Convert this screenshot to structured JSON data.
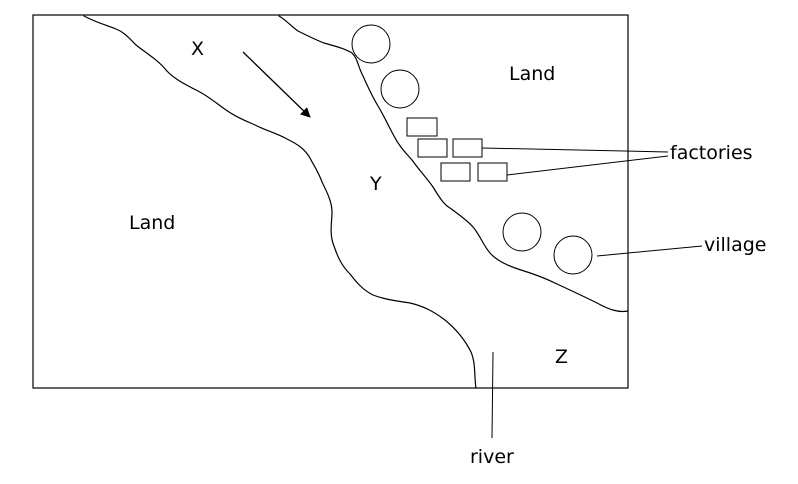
{
  "diagram": {
    "labels": {
      "x": "X",
      "y": "Y",
      "z": "Z",
      "land_left": "Land",
      "land_right": "Land",
      "factories": "factories",
      "village": "village",
      "river": "river"
    },
    "icons": {
      "flow_arrow": "arrow-down-right-icon",
      "village": "circle",
      "factory": "rectangle"
    },
    "counts": {
      "village_circles": 4,
      "factory_boxes": 5
    }
  }
}
